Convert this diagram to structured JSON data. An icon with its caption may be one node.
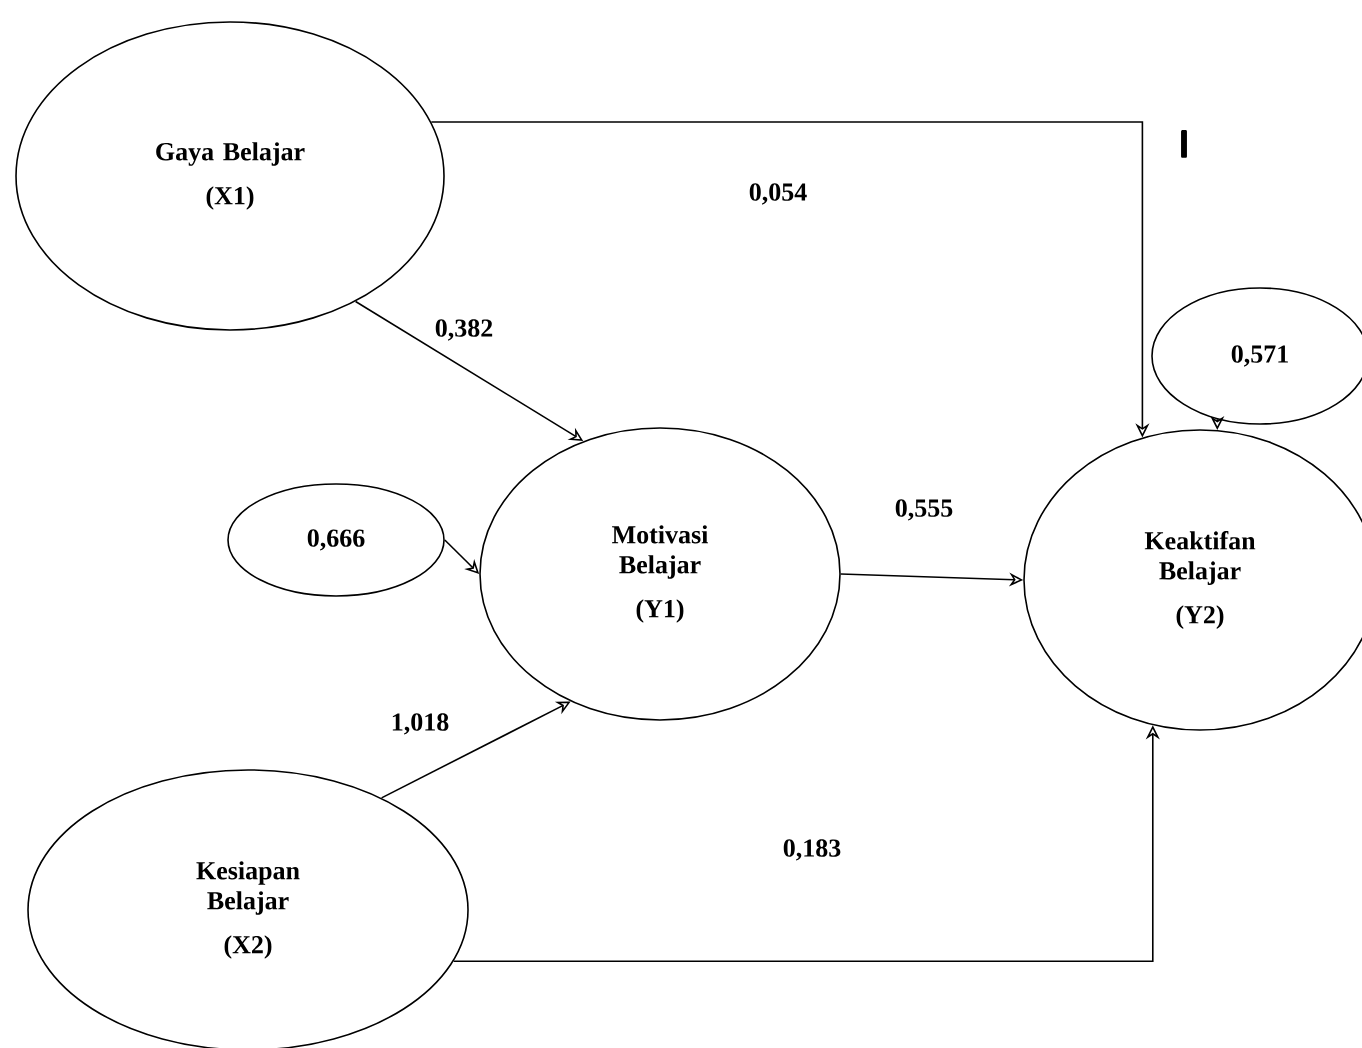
{
  "diagram": {
    "nodes": [
      {
        "text": [
          "Gaya Belajar",
          "(X1)"
        ]
      },
      {
        "text": [
          "Kesiapan Belajar",
          "(X2)"
        ]
      },
      {
        "text": [
          "0,666"
        ]
      },
      {
        "text": [
          "Motivasi Belajar",
          "(Y1)"
        ]
      },
      {
        "text": [
          "0,571"
        ]
      },
      {
        "text": [
          "Keaktifan Belajar",
          "(Y2)"
        ]
      }
    ],
    "edges": [
      {
        "from": 0,
        "to": 5,
        "arrow": "to",
        "label": "0,054"
      },
      {
        "from": 0,
        "to": 3,
        "arrow": "to",
        "label": "0,382"
      },
      {
        "from": 2,
        "to": 3,
        "arrow": "to"
      },
      {
        "from": 3,
        "to": 5,
        "arrow": "to",
        "label": "0,555"
      },
      {
        "from": 4,
        "to": 5,
        "arrow": "to"
      },
      {
        "from": 1,
        "to": 3,
        "arrow": "to",
        "label": "1,018"
      },
      {
        "from": 1,
        "to": 5,
        "arrow": "to",
        "label": "0,183"
      }
    ],
    "labels": [
      "I"
    ]
  }
}
